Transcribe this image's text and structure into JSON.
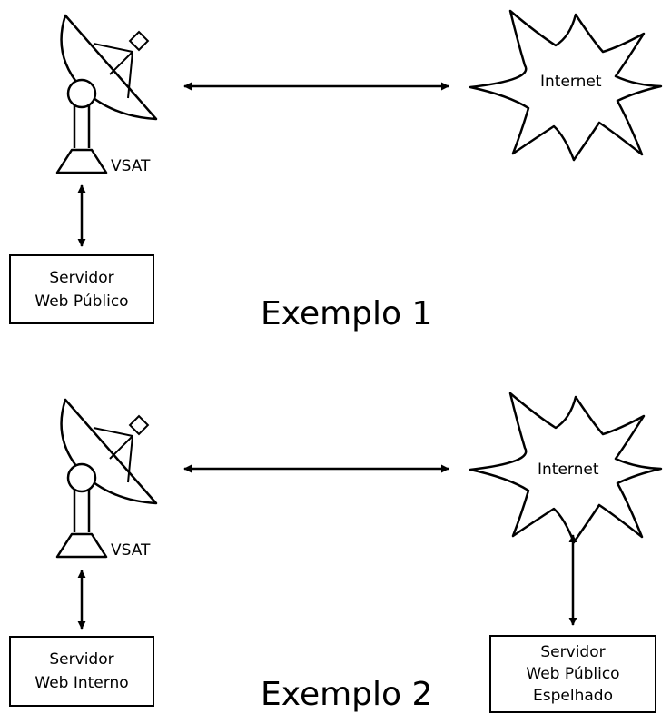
{
  "example1": {
    "title": "Exemplo 1",
    "vsat_label": "VSAT",
    "internet_label": "Internet",
    "server": {
      "line1": "Servidor",
      "line2": "Web Público"
    }
  },
  "example2": {
    "title": "Exemplo 2",
    "vsat_label": "VSAT",
    "internet_label": "Internet",
    "internal_server": {
      "line1": "Servidor",
      "line2": "Web Interno"
    },
    "mirror_server": {
      "line1": "Servidor",
      "line2": "Web Público",
      "line3": "Espelhado"
    }
  },
  "colors": {
    "stroke": "#000000",
    "background": "#ffffff"
  }
}
